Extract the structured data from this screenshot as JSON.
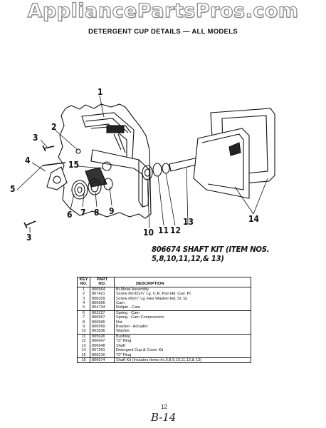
{
  "watermark": "AppliancePartsPros.com",
  "title": "DETERGENT CUP DETAILS — ALL MODELS",
  "callouts": [
    "1",
    "2",
    "3",
    "4",
    "5",
    "6",
    "7",
    "8",
    "9",
    "10",
    "11",
    "12",
    "13",
    "14",
    "15",
    "3"
  ],
  "kit_label": "806674 SHAFT KIT (ITEM NOS. 5,8,10,11,12,& 13)",
  "table": {
    "headers": {
      "key": [
        "KEY",
        "NO."
      ],
      "part": [
        "PART",
        "NO."
      ],
      "description": "DESCRIPTION"
    },
    "rows": [
      {
        "key": "1",
        "part": "806564",
        "desc": "Bi-Metal Assembly"
      },
      {
        "key": "2",
        "part": "807421",
        "desc": "Screw #8-32x¾\" Lg. C.R. Pan Hd. Cad. Pl."
      },
      {
        "key": "3",
        "part": "808209",
        "desc": "Screw #8x¼\" Lg. Hex Washer Hd. Sl. St."
      },
      {
        "key": "4",
        "part": "806566",
        "desc": "Cam"
      },
      {
        "key": "5",
        "part": "804734",
        "desc": "Rollpin - Cam"
      },
      {
        "key": "6",
        "part": "803227",
        "desc": "Spring - Cam"
      },
      {
        "key": "7",
        "part": "806567",
        "desc": "Spring - Cam Compression"
      },
      {
        "key": "8",
        "part": "806566",
        "desc": "Nut"
      },
      {
        "key": "9",
        "part": "806569",
        "desc": "Bracket - Actuator"
      },
      {
        "key": "10",
        "part": "802836",
        "desc": "Washer"
      },
      {
        "key": "11",
        "part": "805626",
        "desc": "Bushing"
      },
      {
        "key": "12",
        "part": "806647",
        "desc": "\"O\" Ring"
      },
      {
        "key": "13",
        "part": "806648",
        "desc": "Shaft"
      },
      {
        "key": "14",
        "part": "807261",
        "desc": "Detergent Cup & Cover Kit"
      },
      {
        "key": "15",
        "part": "806210",
        "desc": "\"O\" Ring"
      },
      {
        "key": "16",
        "part": "806674",
        "desc": "Shaft Kit (Includes Items #s.5,8,9,10,11,12,& 13)"
      }
    ]
  },
  "page_number": "12",
  "handwritten_note": "B-14"
}
